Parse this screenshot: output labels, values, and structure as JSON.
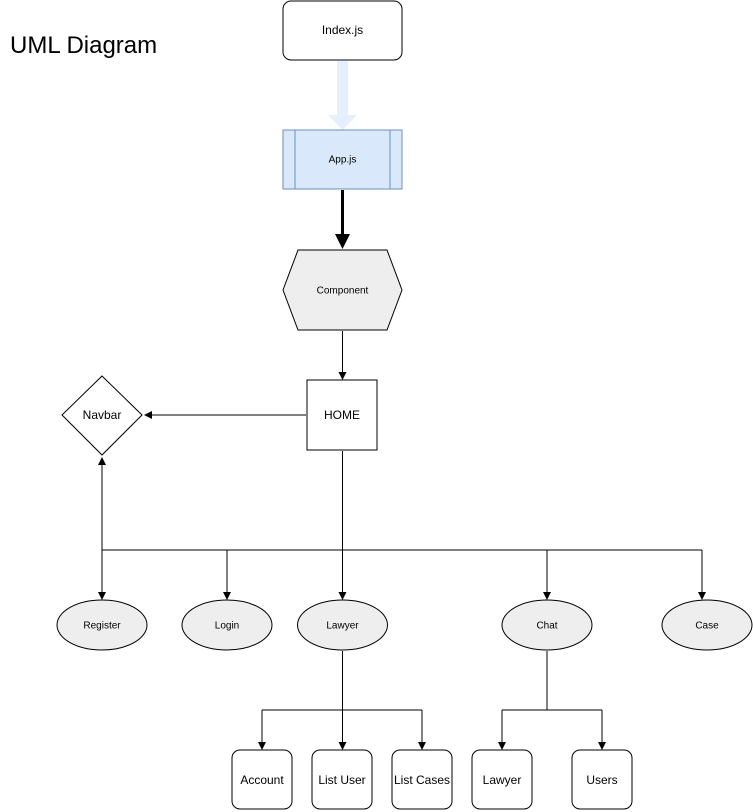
{
  "title": "UML Diagram",
  "nodes": {
    "index": "Index.js",
    "app": "App.js",
    "component": "Component",
    "home": "HOME",
    "navbar": "Navbar",
    "register": "Register",
    "login": "Login",
    "lawyer": "Lawyer",
    "chat": "Chat",
    "case": "Case",
    "account": "Account",
    "list_user": "List User",
    "list_cases": "List Cases",
    "chat_lawyer": "Lawyer",
    "users": "Users"
  },
  "colors": {
    "app_fill": "#dae8fc",
    "app_stroke": "#6c8ebf",
    "component_fill": "#eeeeee",
    "ellipse_fill": "#eeeeee",
    "index_arrow": "#e6efff"
  }
}
